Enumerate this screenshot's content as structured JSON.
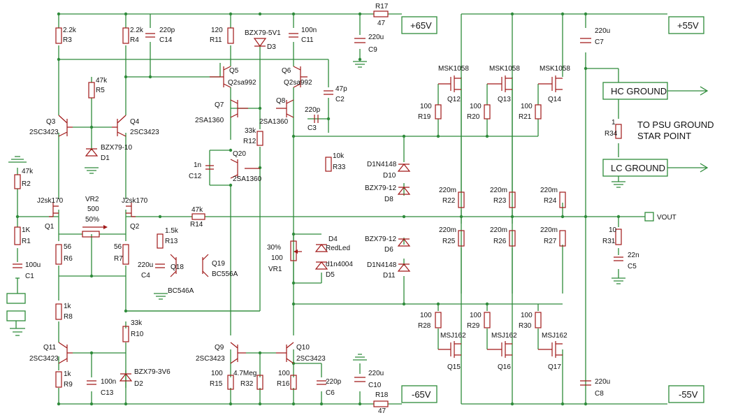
{
  "rails": {
    "pos65": "+65V",
    "neg65": "-65V",
    "pos55": "+55V",
    "neg55": "-55V"
  },
  "grounds": {
    "hc": "HC GROUND",
    "lc": "LC GROUND",
    "note1": "TO PSU GROUND",
    "note2": "STAR POINT"
  },
  "output": {
    "label": "VOUT"
  },
  "resistors": [
    {
      "ref": "R3",
      "val": "2.2k"
    },
    {
      "ref": "R4",
      "val": "2.2k"
    },
    {
      "ref": "R11",
      "val": "120"
    },
    {
      "ref": "R17",
      "val": "47"
    },
    {
      "ref": "R5",
      "val": "47k"
    },
    {
      "ref": "R2",
      "val": "47k"
    },
    {
      "ref": "R1",
      "val": "1K"
    },
    {
      "ref": "R6",
      "val": "56"
    },
    {
      "ref": "R7",
      "val": "56"
    },
    {
      "ref": "R8",
      "val": "1k"
    },
    {
      "ref": "R9",
      "val": "1k"
    },
    {
      "ref": "R10",
      "val": "33k"
    },
    {
      "ref": "R12",
      "val": "33k"
    },
    {
      "ref": "R13",
      "val": "1.5k"
    },
    {
      "ref": "R14",
      "val": "47k"
    },
    {
      "ref": "R15",
      "val": "100"
    },
    {
      "ref": "R16",
      "val": "100"
    },
    {
      "ref": "R32",
      "val": "4.7Meg"
    },
    {
      "ref": "R18",
      "val": "47"
    },
    {
      "ref": "R33",
      "val": "10k"
    },
    {
      "ref": "R19",
      "val": "100"
    },
    {
      "ref": "R20",
      "val": "100"
    },
    {
      "ref": "R21",
      "val": "100"
    },
    {
      "ref": "R22",
      "val": "220m"
    },
    {
      "ref": "R23",
      "val": "220m"
    },
    {
      "ref": "R24",
      "val": "220m"
    },
    {
      "ref": "R25",
      "val": "220m"
    },
    {
      "ref": "R26",
      "val": "220m"
    },
    {
      "ref": "R27",
      "val": "220m"
    },
    {
      "ref": "R28",
      "val": "100"
    },
    {
      "ref": "R29",
      "val": "100"
    },
    {
      "ref": "R30",
      "val": "100"
    },
    {
      "ref": "R31",
      "val": "10"
    },
    {
      "ref": "R34",
      "val": "1"
    }
  ],
  "capacitors": [
    {
      "ref": "C14",
      "val": "220p"
    },
    {
      "ref": "C11",
      "val": "100n"
    },
    {
      "ref": "C9",
      "val": "220u"
    },
    {
      "ref": "C2",
      "val": "47p"
    },
    {
      "ref": "C3",
      "val": "220p"
    },
    {
      "ref": "C12",
      "val": "1n"
    },
    {
      "ref": "C1",
      "val": "100u"
    },
    {
      "ref": "C4",
      "val": "220u"
    },
    {
      "ref": "C13",
      "val": "100n"
    },
    {
      "ref": "C6",
      "val": "220p"
    },
    {
      "ref": "C10",
      "val": "220u"
    },
    {
      "ref": "C7",
      "val": "220u"
    },
    {
      "ref": "C8",
      "val": "220u"
    },
    {
      "ref": "C5",
      "val": "22n"
    }
  ],
  "transistors": [
    {
      "ref": "Q3",
      "part": "2SC3423"
    },
    {
      "ref": "Q4",
      "part": "2SC3423"
    },
    {
      "ref": "Q5",
      "part": "Q2sa992"
    },
    {
      "ref": "Q6",
      "part": "Q2sa992"
    },
    {
      "ref": "Q7",
      "part": "2SA1360"
    },
    {
      "ref": "Q8",
      "part": "2SA1360"
    },
    {
      "ref": "Q20",
      "part": "2SA1360"
    },
    {
      "ref": "Q1",
      "part": "J2sk170"
    },
    {
      "ref": "Q2",
      "part": "J2sk170"
    },
    {
      "ref": "Q18",
      "part": "BC546A"
    },
    {
      "ref": "Q19",
      "part": "BC556A"
    },
    {
      "ref": "Q11",
      "part": "2SC3423"
    },
    {
      "ref": "Q9",
      "part": "2SC3423"
    },
    {
      "ref": "Q10",
      "part": "2SC3423"
    },
    {
      "ref": "Q12",
      "part": "MSK1058"
    },
    {
      "ref": "Q13",
      "part": "MSK1058"
    },
    {
      "ref": "Q14",
      "part": "MSK1058"
    },
    {
      "ref": "Q15",
      "part": "MSJ162"
    },
    {
      "ref": "Q16",
      "part": "MSJ162"
    },
    {
      "ref": "Q17",
      "part": "MSJ162"
    }
  ],
  "diodes": [
    {
      "ref": "D3",
      "part": "BZX79-5V1"
    },
    {
      "ref": "D1",
      "part": "BZX79-10"
    },
    {
      "ref": "D2",
      "part": "BZX79-3V6"
    },
    {
      "ref": "D10",
      "part": "D1N4148"
    },
    {
      "ref": "D8",
      "part": "BZX79-12"
    },
    {
      "ref": "D6",
      "part": "BZX79-12"
    },
    {
      "ref": "D11",
      "part": "D1N4148"
    },
    {
      "ref": "D4",
      "part": "RedLed"
    },
    {
      "ref": "D5",
      "part": "d1n4004"
    }
  ],
  "pots": {
    "vr2": {
      "ref": "VR2",
      "val": "500",
      "pct": "50%"
    },
    "vr1": {
      "ref": "VR1",
      "val": "100",
      "pct": "30%"
    }
  }
}
